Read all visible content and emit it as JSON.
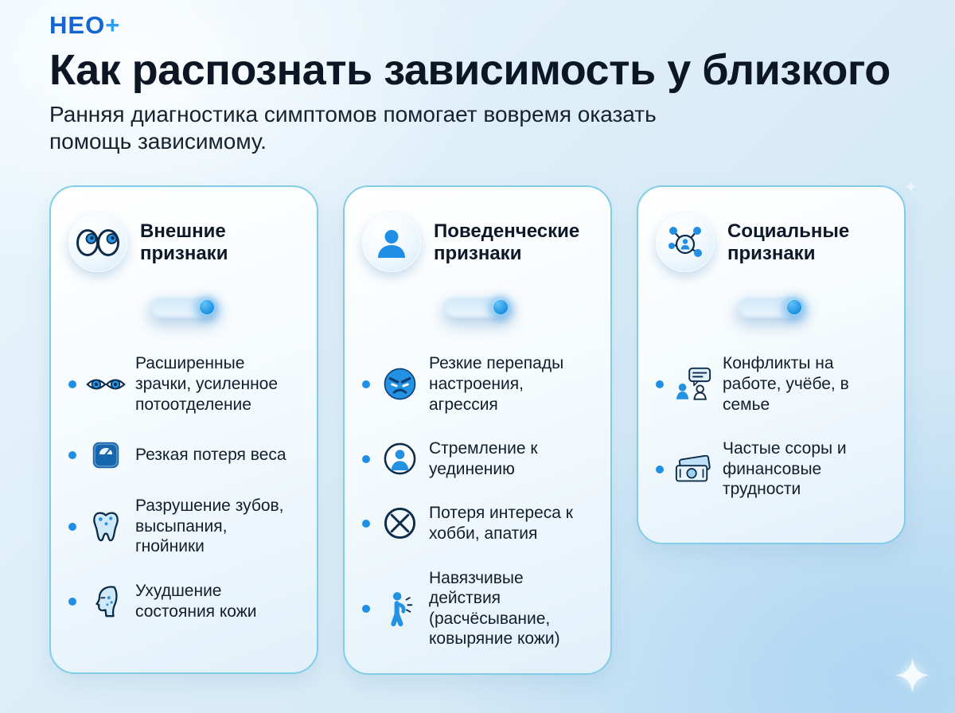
{
  "brand": {
    "logo_neo": "НЕО",
    "logo_plus": "+"
  },
  "header": {
    "title": "Как распознать зависимость у близкого",
    "subtitle": "Ранняя диагностика симптомов помогает вовремя оказать помощь зависимому."
  },
  "colors": {
    "accent_blue": "#1F8FE5",
    "dark_navy": "#0D2B4B",
    "card_border": "#82CDE6",
    "background_top": "#EAF6FC",
    "background_bottom": "#CBE4F4",
    "text_dark": "#121E2C"
  },
  "cards": [
    {
      "id": "external-signs",
      "title": "Внешние признаки",
      "header_icon": "googly-eyes-icon",
      "toggle_on": true,
      "items": [
        {
          "icon": "dilated-pupils-icon",
          "text": "Расширенные зрачки, усиленное потоотделение"
        },
        {
          "icon": "weight-scale-icon",
          "text": "Резкая потеря веса"
        },
        {
          "icon": "tooth-icon",
          "text": "Разрушение зубов, высыпания, гнойники"
        },
        {
          "icon": "face-skin-icon",
          "text": "Ухудшение состояния кожи"
        }
      ]
    },
    {
      "id": "behavioral-signs",
      "title": "Поведенческие признаки",
      "header_icon": "person-icon",
      "toggle_on": true,
      "items": [
        {
          "icon": "angry-face-icon",
          "text": "Резкие перепады настроения, агрессия"
        },
        {
          "icon": "solitude-person-icon",
          "text": "Стремление к уединению"
        },
        {
          "icon": "crossed-circle-icon",
          "text": "Потеря интереса к хобби, апатия"
        },
        {
          "icon": "scratching-person-icon",
          "text": "Навязчивые действия (расчёсывание, ковыряние кожи)"
        }
      ]
    },
    {
      "id": "social-signs",
      "title": "Социальные признаки",
      "header_icon": "social-network-icon",
      "toggle_on": true,
      "items": [
        {
          "icon": "work-conflict-icon",
          "text": "Конфликты на работе, учёбе, в семье"
        },
        {
          "icon": "money-icon",
          "text": "Частые ссоры и финансовые трудности"
        }
      ]
    }
  ]
}
